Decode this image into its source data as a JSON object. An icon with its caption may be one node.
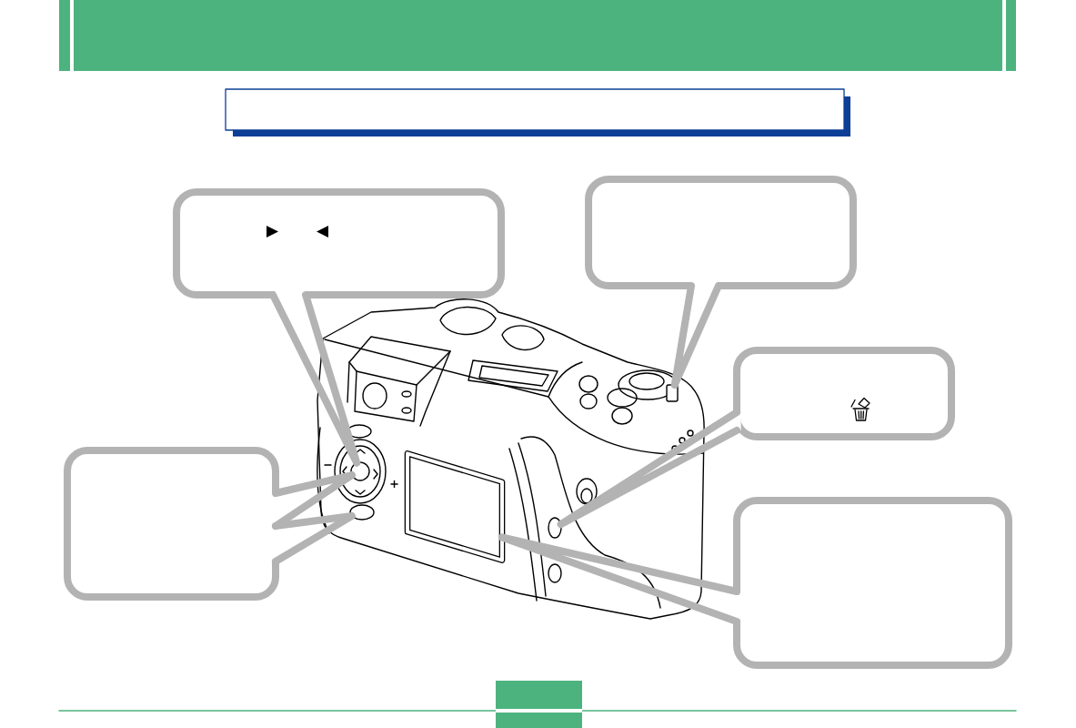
{
  "diagram": {
    "nodes": [
      {
        "text": [],
        "shape": "box"
      },
      {
        "text": [],
        "shape": "box"
      },
      {
        "text": [],
        "shape": "box"
      },
      {
        "text": [],
        "shape": "box"
      },
      {
        "text": [],
        "shape": "box"
      },
      {
        "text": [],
        "shape": "box"
      },
      {
        "text": [],
        "shape": "circle"
      },
      {
        "text": [],
        "shape": "box"
      },
      {
        "text": [],
        "shape": "ellipse"
      },
      {
        "text": [],
        "shape": "ellipse"
      }
    ],
    "edges": [
      {
        "from": 0,
        "to": 6,
        "arrow": "none"
      },
      {
        "from": 1,
        "to": 5,
        "arrow": "none"
      },
      {
        "from": 2,
        "to": 9,
        "arrow": "none"
      },
      {
        "from": 3,
        "to": 6,
        "arrow": "none"
      },
      {
        "from": 3,
        "to": 8,
        "arrow": "none"
      },
      {
        "from": 4,
        "to": 7,
        "arrow": "none"
      }
    ]
  }
}
